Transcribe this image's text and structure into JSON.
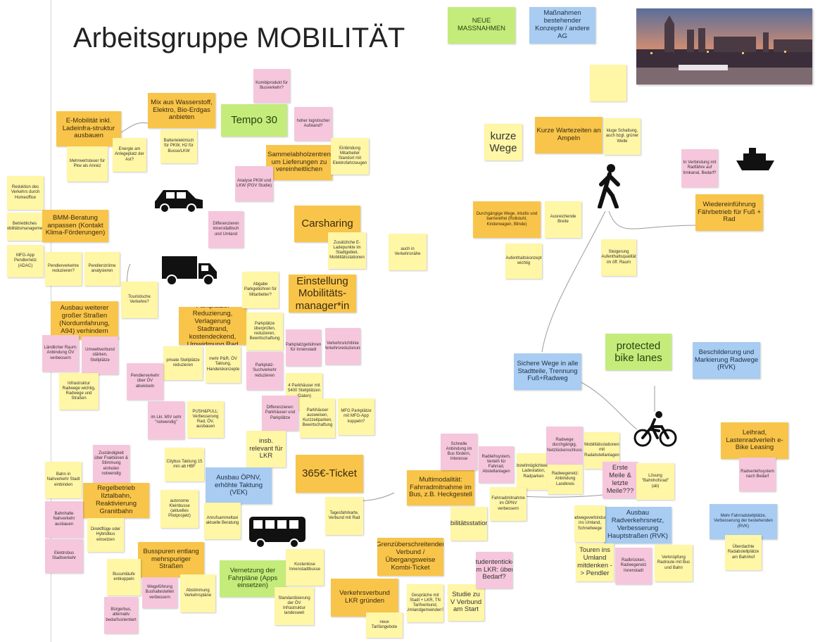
{
  "board": {
    "title": "Arbeitsgruppe MOBILITÄT",
    "legend": {
      "new_measures": "NEUE MASSNAHMEN",
      "existing_measures": "Maßnahmen bestehender Konzepte / andere AG"
    },
    "photo_alt": "Passau Stadtansicht am Fluss bei Abenddämmerung",
    "colors": {
      "yellow": "#fff6a6",
      "orange": "#f8c54a",
      "pink": "#f6c6dc",
      "green": "#c3ec7b",
      "blue": "#a8ccf2"
    },
    "icons": [
      "car-icon",
      "truck-icon",
      "bus-icon",
      "pedestrian-icon",
      "bicycle-icon",
      "ship-icon"
    ],
    "notes": {
      "n01": "E-Mobilität inkl. Ladeinfra-struktur ausbauen",
      "n02": "Mix aus Wasserstoff, Elektro, Bio-Erdgas anbieten",
      "n03": "Tempo 30",
      "n04": "Kombiprodukt für Busverkehr?",
      "n05": "hoher logistischer Aufwand?",
      "n06": "Sammelabholzentren um Lieferungen zu vereinheitlichen",
      "n07": "Einbindung Mitarbeiter Standort mit Elektrofahrzeugen",
      "n08": "Mehrwertsteuer für Pkw als Anreiz",
      "n09": "Energie am Anlegeplatz der Ast?",
      "n10": "Batterielektrisch für PKW, H2 für Busse/LKW",
      "n11": "Analyse PKW und LKW (PGV Studie)",
      "n12": "Reduktion des Verkehrs durch Homeoffice",
      "n13": "Betriebliches Mobilitätsmanagement",
      "n14": "MFG-App Pendlernetz (ADAC)",
      "n15": "BMM-Beratung anpassen (Kontakt Klima-Förderungen)",
      "n16": "Pendlerverkehre reduzieren?",
      "n17": "Pendlerströme analysieren",
      "n18": "Differenzieren innerstädtisch und Umland",
      "n19": "Carsharing",
      "n20": "Zusätzliche E-Ladepunkte im Stadtgebiet, Mobilitätsstationen",
      "n21": "auch in Verkehrsnähe",
      "n22": "Touristische Verkehre?",
      "n23": "Ausbau weiterer großer Straßen (Nordumfahrung, A94) verhindern",
      "n24": "Parkplätze: Reduzierung, Verlagerung Stadtrand, kostendeckend, Umwidmung Rad",
      "n25": "Abgabe Parkgebühren für Mitarbeiter?",
      "n26": "Einstellung Mobilitäts-manager*in",
      "n27": "Parkplätze überprüfen, reduzieren, Bewirtschaftung",
      "n28": "Parkplatzgebühren für Innenstadt",
      "n29": "Verkehrsrichtlinie Verkehrsreduzierung",
      "n30": "Ländlicher Raum: Anbindung ÖV verbessern",
      "n31": "Umweltverbund stärken, Stellplätze",
      "n32": "private Stellplätze reduzieren",
      "n33": "mehr P&R, ÖV Taktung, Handelskonzepte",
      "n34": "Parkplatz-Suchverkehr reduzieren",
      "n35": "Pendlerverkehr über ÖV abwickeln",
      "n36": "Infrastruktur Radwege wichtig, Radwege und Straßen",
      "n37": "im Lkr. MIV sehr \"notwendig\"",
      "n38": "PUSH&PULL: Verbesserung Rad, ÖV, ausbauen",
      "n39": "Differenzieren: Parkhäuser und Parkplätze",
      "n40": "4 Parkhäuser mit 5400 Stellplätzen (Daten)",
      "n41": "Parkhäuser ausweisen, Kurzzeitparken, Bewirtschaftung",
      "n42": "MFG Parkplätze mit MFG-App koppeln?",
      "n43": "insb. relevant für LKR",
      "n44": "Citybus Taktung 15 min ab HBF",
      "n45": "Zuständigkeit über Fraktionen & Stimmung einholen notwendig",
      "n46": "Bahn in Nahverkehr Stadt einbinden",
      "n47": "Regelbetrieb Ilztalbahn, Reaktivierung Granitbahn",
      "n48": "Bahnhalte Nahverkehr ausbauen",
      "n49": "Direktflüge oder Hybridbus einsetzen",
      "n50": "Elektrobus Stadtverkehr",
      "n51": "Ausbau ÖPNV, erhöhte Taktung (VEK)",
      "n52": "autonome Kleinbusse (aktuelles Pilotprojekt)",
      "n53": "Anrufsammeltaxi aktuelle Beratung",
      "n54": "365€-Ticket",
      "n55": "Busspuren entlang mehrspuriger Straßen",
      "n56": "Busumläufe entkoppeln",
      "n57": "Bürgerbus, alternativ bedarfsorientiert",
      "n58": "Wegeführung Bushaltestellen verbessern",
      "n59": "Abstimmung Verkehrspläne",
      "n60": "Vernetzung der Fahrpläne (Apps einsetzen)",
      "n61": "Kostenlose Innenstadtbusse",
      "n62": "Standardisierung der ÖV Infrastruktur landesweit",
      "n63": "Verkehrsverbund LKR gründen",
      "n64": "neue Tarifangebote",
      "n65": "Tagesfahrkarte, Verbund mit Rad",
      "n66": "Multimodalität: Fahrradmitnahme im Bus, z.B. Heckgestell",
      "n67": "Mobilitätsstationen",
      "n68": "Grenzüberschreitender Verbund / Übergangsweise Kombi-Ticket",
      "n69": "Gespräche mit Stadt + LKR, TN Tarifverbund, Umlandgemeinden?",
      "n70": "Studie zu V Verbund am Start",
      "n71": "Studententicket im LKR: über Bedarf?",
      "n72": "Schnelle Anbindung im Bus fördern, Interesse",
      "n73": "Radleihsystem, Verleih für Fahrrad, Abstellanlagen",
      "n74": "Abstellmöglichkeiten, Ladestation, Radparken",
      "n75": "Fahrradmitnahme im ÖPNV verbessern",
      "n76": "Radwege durchgängig, Netzlückenschluss",
      "n77": "Mobilitätsstationen mit Radabstellanlagen",
      "n78": "Radwegenetz: Anbindung Landkreis",
      "n79": "Erste Meile & letzte Meile???",
      "n80": "Lösung \"Bahnhofsrad\" (ab)",
      "n81": "kurze Wege",
      "n82": "Kurze Wartezeiten an Ampeln",
      "n83": "kluge Schaltung, auch bzgl. grüner Welle",
      "n84": "Durchgängige Wege, intuitiv und barrierefrei (Rollstuhl, Kinderwagen, Blinde)",
      "n85": "Ausreichende Breite",
      "n86": "Aufenthaltskonzept wichtig",
      "n87": "Steigerung Aufenthaltsqualität im öff. Raum",
      "n88": "Wiedereinführung Fährbetrieb für Fuß + Rad",
      "n89": "In Verbindung mit Radfähre auf Innkanal, Bedarf?",
      "n90": "Sichere Wege in alle Stadtteile, Trennung Fuß+Radweg",
      "n91": "protected bike lanes",
      "n92": "Beschilderung und Markierung Radwege (RVK)",
      "n93": "Leihrad, Lastenradverleih e-Bike Leasing",
      "n94": "Radverleihsystem nach Bedarf",
      "n95": "Ausbau Radverkehrsnetz, Verbesserung Hauptstraßen (RVK)",
      "n96": "Mehr Fahrradstellplätze, Verbesserung der bestehenden (RVK)",
      "n97": "Überdachte Radabstellplätze am Bahnhof",
      "n98": "Touren ins Umland mitdenken -> Pendler",
      "n99": "Radwegeverbindung ins Umland, Schnellwege",
      "n100": "Radbrücken, Radwegenetz Innenstadt",
      "n101": "Verknüpfung Radroute mit Bus und Bahn"
    }
  }
}
